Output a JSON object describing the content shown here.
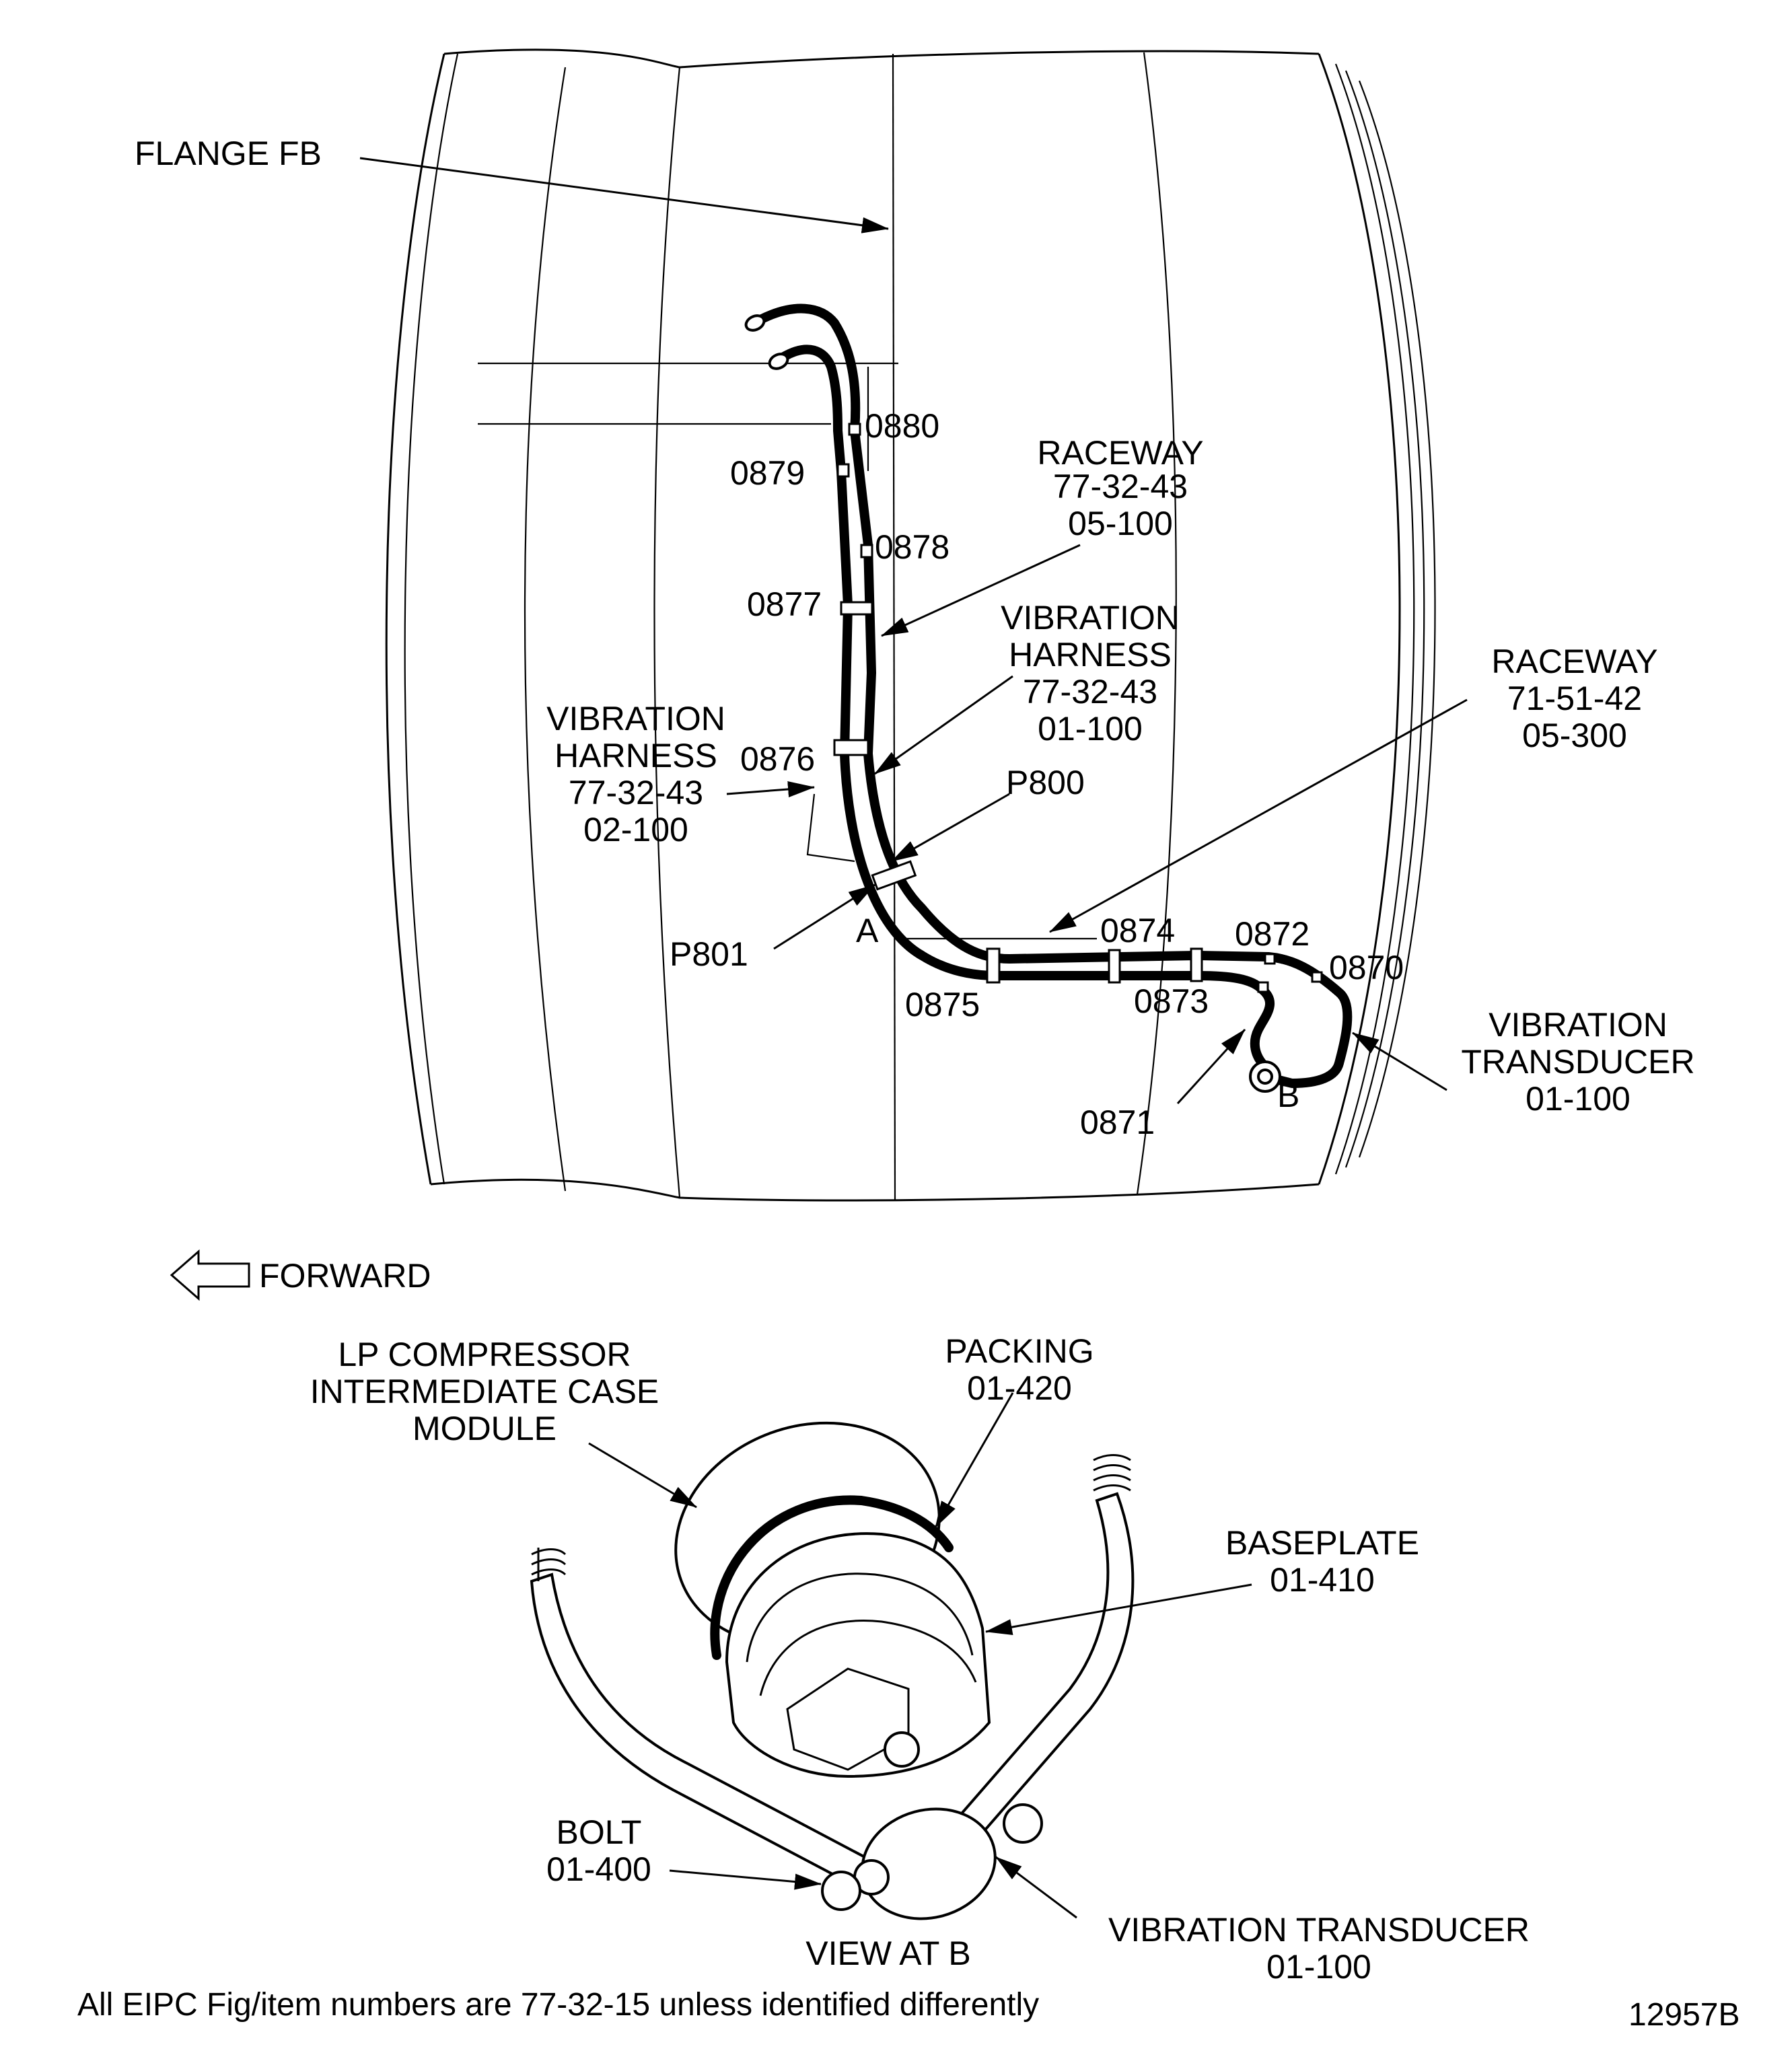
{
  "figure": {
    "drawing_number": "12957B",
    "footnote": "All EIPC Fig/item numbers are 77-32-15  unless identified differently",
    "forward_label": "FORWARD"
  },
  "main_view": {
    "labels": {
      "flange_fb": "FLANGE FB",
      "raceway_upper": [
        "RACEWAY",
        "77-32-43",
        "05-100"
      ],
      "vib_harness_right": [
        "VIBRATION",
        "HARNESS",
        "77-32-43",
        "01-100"
      ],
      "vib_harness_left": [
        "VIBRATION",
        "HARNESS",
        "77-32-43",
        "02-100"
      ],
      "raceway_right": [
        "RACEWAY",
        "71-51-42",
        "05-300"
      ],
      "vib_transducer": [
        "VIBRATION",
        "TRANSDUCER",
        "01-100"
      ],
      "p800": "P800",
      "p801": "P801",
      "view_a": "A",
      "view_b": "B"
    },
    "clip_items": [
      "0870",
      "0871",
      "0872",
      "0873",
      "0874",
      "0875",
      "0876",
      "0877",
      "0878",
      "0879",
      "0880"
    ]
  },
  "detail_view": {
    "title": "VIEW AT B",
    "labels": {
      "lp_compressor": [
        "LP COMPRESSOR",
        "INTERMEDIATE CASE",
        "MODULE"
      ],
      "packing": [
        "PACKING",
        "01-420"
      ],
      "baseplate": [
        "BASEPLATE",
        "01-410"
      ],
      "bolt": [
        "BOLT",
        "01-400"
      ],
      "vib_transducer": [
        "VIBRATION TRANSDUCER",
        "01-100"
      ]
    }
  }
}
